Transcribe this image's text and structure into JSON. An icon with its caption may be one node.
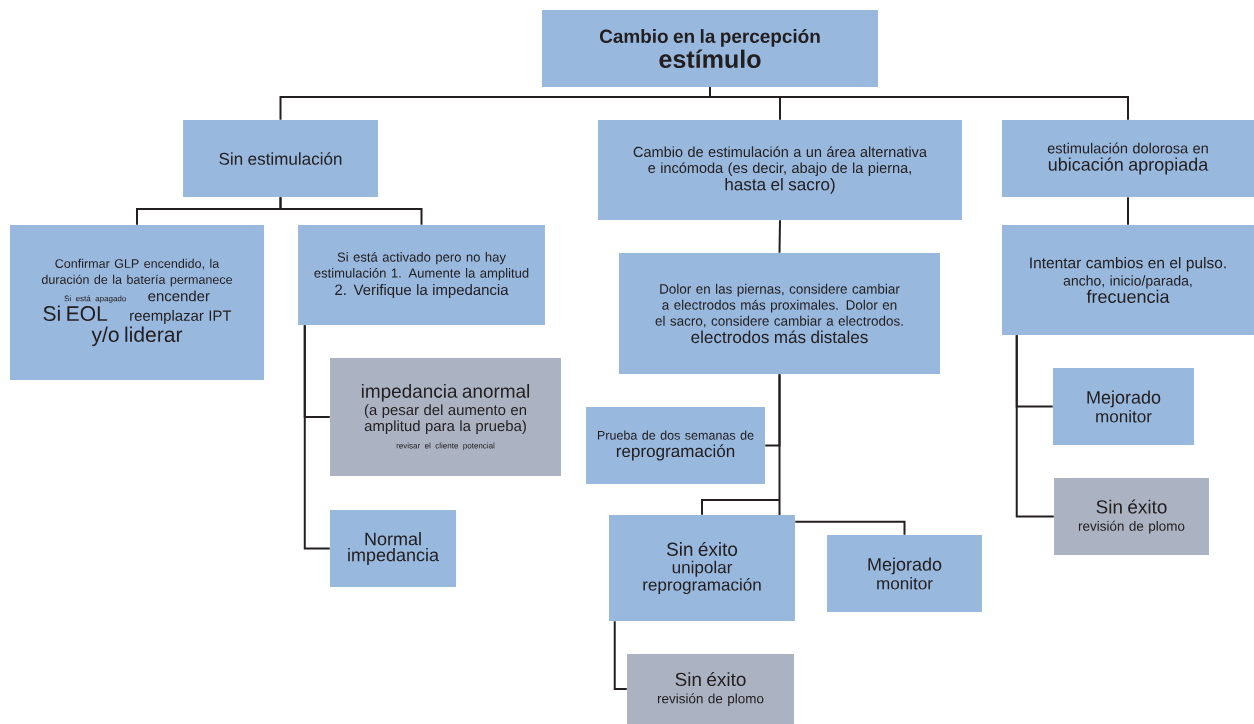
{
  "diagram": {
    "nodes": [
      {
        "text": [
          "Cambio en la percepción",
          "estímulo"
        ]
      },
      {
        "text": [
          "Sin estimulación"
        ]
      },
      {
        "text": [
          "Cambio de estimulación a un área alternativa e incómoda (es decir, abajo de la pierna,",
          "hasta el sacro)"
        ]
      },
      {
        "text": [
          "estimulación dolorosa en",
          "ubicación apropiada"
        ]
      },
      {
        "text": [
          "Confirmar GLP encendido, la duración de la batería permanece",
          "Si está apagado",
          "encender",
          "Si EOL",
          "reemplazar IPT",
          "y/o liderar"
        ]
      },
      {
        "text": [
          "Si está activado pero no hay estimulación 1. Aumente la amplitud",
          "2. Verifique la impedancia"
        ]
      },
      {
        "text": [
          "Dolor en las piernas, considere cambiar a electrodos más proximales. Dolor en el sacro, considere cambiar a electrodos.",
          "electrodos más distales"
        ]
      },
      {
        "text": [
          "Intentar cambios en el pulso.",
          "ancho, inicio/parada,",
          "frecuencia"
        ]
      },
      {
        "text": [
          "impedancia anormal",
          "(a pesar del aumento en amplitud para la prueba)",
          "revisar el cliente potencial"
        ]
      },
      {
        "text": [
          "Prueba de dos semanas de",
          "reprogramación"
        ]
      },
      {
        "text": [
          "Mejorado",
          "monitor"
        ]
      },
      {
        "text": [
          "Normal impedancia"
        ]
      },
      {
        "text": [
          "Sin éxito",
          "unipolar reprogramación"
        ]
      },
      {
        "text": [
          "Mejorado",
          "monitor"
        ]
      },
      {
        "text": [
          "Sin éxito",
          "revisión de plomo"
        ]
      },
      {
        "text": [
          "Sin éxito",
          "revisión de plomo"
        ]
      }
    ],
    "edges": [
      {
        "from": 0,
        "to": 1,
        "arrow": "none"
      },
      {
        "from": 0,
        "to": 2,
        "arrow": "none"
      },
      {
        "from": 0,
        "to": 3,
        "arrow": "none"
      },
      {
        "from": 1,
        "to": 4,
        "arrow": "none"
      },
      {
        "from": 1,
        "to": 5,
        "arrow": "none"
      },
      {
        "from": 2,
        "to": 6,
        "arrow": "none"
      },
      {
        "from": 3,
        "to": 7,
        "arrow": "none"
      },
      {
        "from": 5,
        "to": 8,
        "arrow": "none"
      },
      {
        "from": 5,
        "to": 11,
        "arrow": "none"
      },
      {
        "from": 6,
        "to": 9,
        "arrow": "none"
      },
      {
        "from": 6,
        "to": 12,
        "arrow": "none"
      },
      {
        "from": 12,
        "to": 13,
        "arrow": "none"
      },
      {
        "from": 12,
        "to": 15,
        "arrow": "none"
      },
      {
        "from": 7,
        "to": 10,
        "arrow": "none"
      },
      {
        "from": 7,
        "to": 14,
        "arrow": "none"
      }
    ]
  }
}
